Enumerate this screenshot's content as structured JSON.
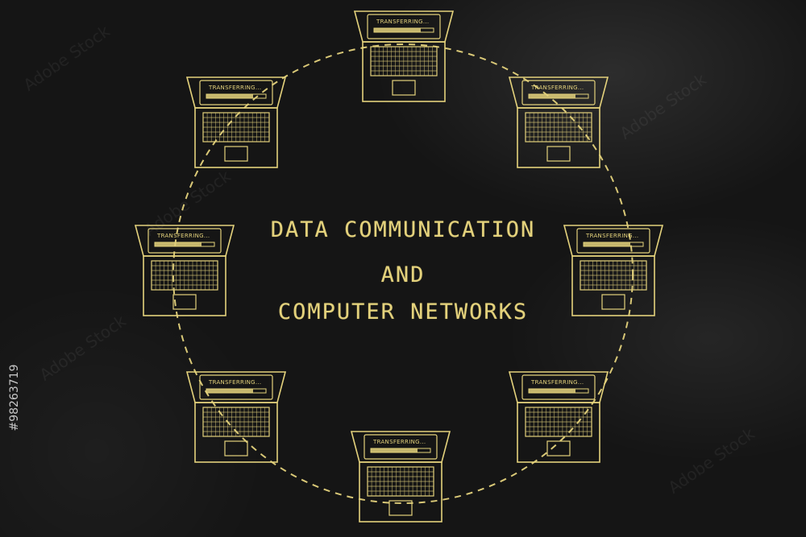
{
  "headline": {
    "line1": "DATA COMMUNICATION",
    "line2": "AND",
    "line3": "COMPUTER NETWORKS"
  },
  "laptop_screen_text": "TRANSFERRING...",
  "watermark": {
    "text": "Adobe Stock",
    "id": "#98263719"
  },
  "colors": {
    "background": "#151515",
    "chalk_yellow": "#e4d27c"
  },
  "laptops": [
    {
      "name": "top"
    },
    {
      "name": "top-right"
    },
    {
      "name": "right"
    },
    {
      "name": "bottom-right"
    },
    {
      "name": "bottom"
    },
    {
      "name": "bottom-left"
    },
    {
      "name": "left"
    },
    {
      "name": "top-left"
    }
  ]
}
